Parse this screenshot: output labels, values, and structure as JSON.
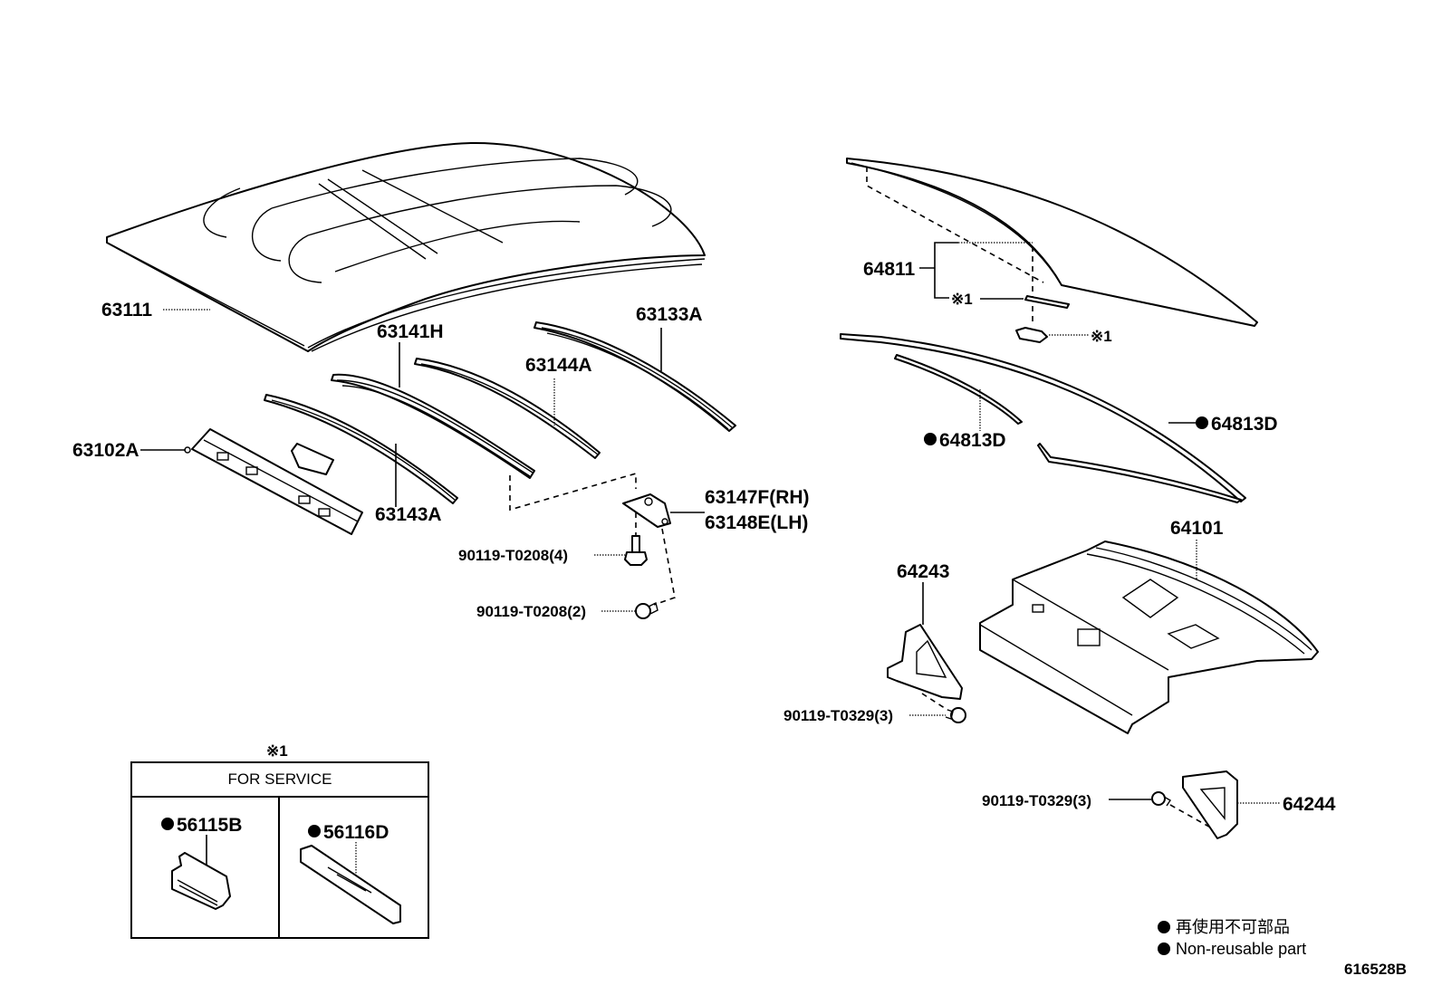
{
  "parts": {
    "roof_panel": "63111",
    "roof_bow_front": "63102A",
    "roof_bow_1": "63143A",
    "roof_bow_2": "63141H",
    "roof_bow_3": "63144A",
    "roof_bow_rear": "63133A",
    "bracket_rh": "63147F(RH)",
    "bracket_lh": "63148E(LH)",
    "bolt_a": "90119-T0208(4)",
    "bolt_b": "90119-T0208(2)",
    "back_glass": "64811",
    "back_glass_ref1": "※1",
    "back_glass_ref2": "※1",
    "molding_left": "64813D",
    "molding_right": "64813D",
    "package_tray": "64101",
    "brace_left": "64243",
    "brace_right": "64244",
    "bolt_c": "90119-T0329(3)",
    "bolt_d": "90119-T0329(3)"
  },
  "service_box": {
    "ref": "※1",
    "title": "FOR SERVICE",
    "item_left": "56115B",
    "item_right": "56116D"
  },
  "legend": {
    "line_jp": "再使用不可部品",
    "line_en": "Non-reusable part"
  },
  "diagram_code": "616528B"
}
